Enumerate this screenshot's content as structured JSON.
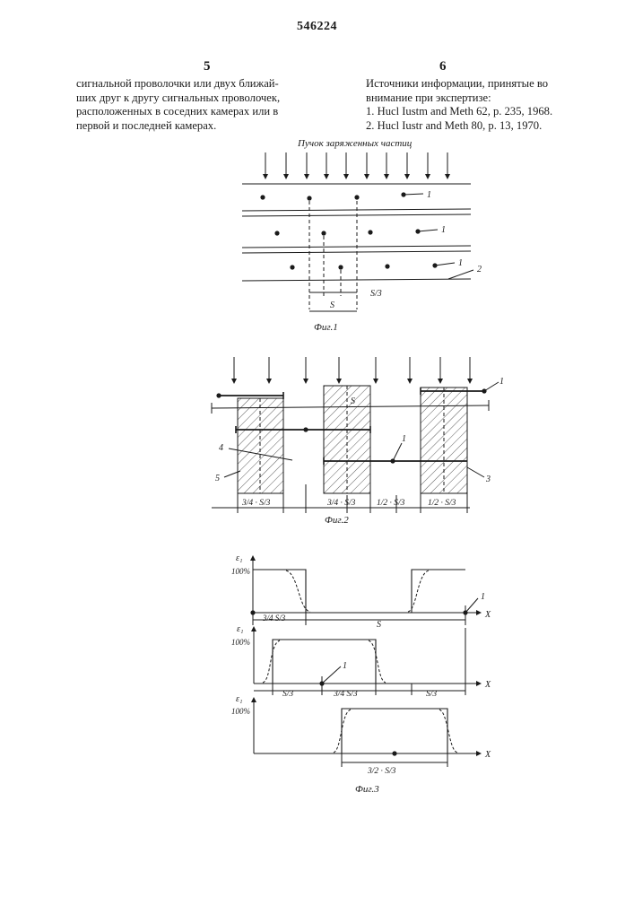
{
  "header": {
    "patent_number": "546224",
    "left_column_number": "5",
    "right_column_number": "6"
  },
  "left_text": {
    "lines": [
      "сигнальной проволочки или двух ближай-",
      "ших друг к другу сигнальных проволочек,",
      "расположенных в соседних камерах или в",
      "первой и последней камерах."
    ]
  },
  "right_text": {
    "lines": [
      "Источники информации, принятые во",
      "внимание при экспертизе:",
      "1. Hucl Iustm and Meth 62, p. 235, 1968.",
      "2. Hucl Iustr and Meth 80, p. 13, 1970."
    ]
  },
  "fig1": {
    "beam_label": "Пучок заряженных частиц",
    "label_1a": "1",
    "label_1b": "1",
    "label_1c": "1",
    "label_2": "2",
    "s3_label": "S/3",
    "s_label": "S",
    "caption": "Фиг.1"
  },
  "fig2": {
    "label_1a": "1",
    "label_1b": "1",
    "label_s": "S",
    "label_4": "4",
    "label_5": "5",
    "label_3": "3",
    "dim_a": "3/4 · S/3",
    "dim_b": "3/4 · S/3",
    "dim_c": "1/2 · S/3",
    "dim_d": "1/2 · S/3",
    "caption": "Фиг.2"
  },
  "fig3": {
    "eps_label": "ε₁",
    "pct_label": "100%",
    "x_label": "X",
    "p1_dim": "3/4 S/3",
    "p1_s": "S",
    "p1_label_1": "1",
    "p2_dim_a": "S/3",
    "p2_dim_b": "3/4 S/3",
    "p2_dim_c": "S/3",
    "p2_label_1": "1",
    "p3_dim": "3/2 · S/3",
    "caption": "Фиг.3"
  }
}
